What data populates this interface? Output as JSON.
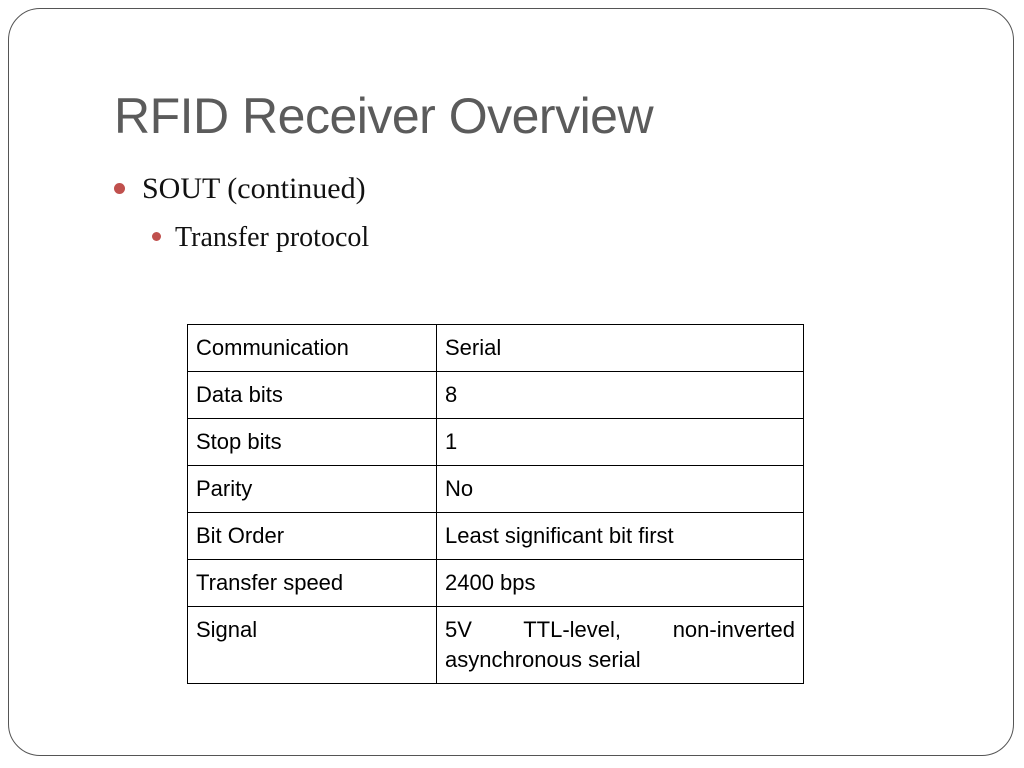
{
  "slide": {
    "title": "RFID Receiver Overview",
    "bullets": [
      {
        "text": "SOUT (continued)",
        "level": 1
      },
      {
        "text": "Transfer protocol",
        "level": 2
      }
    ],
    "table": {
      "rows": [
        [
          "Communication",
          "Serial"
        ],
        [
          "Data bits",
          "8"
        ],
        [
          "Stop bits",
          "1"
        ],
        [
          "Parity",
          "No"
        ],
        [
          "Bit Order",
          "Least significant bit first"
        ],
        [
          "Transfer speed",
          "2400 bps"
        ],
        [
          "Signal",
          "5V TTL-level, non-inverted asynchronous serial"
        ]
      ]
    }
  },
  "colors": {
    "bullet": "#c0504d",
    "title": "#5b5b5b",
    "frame": "#555555"
  }
}
